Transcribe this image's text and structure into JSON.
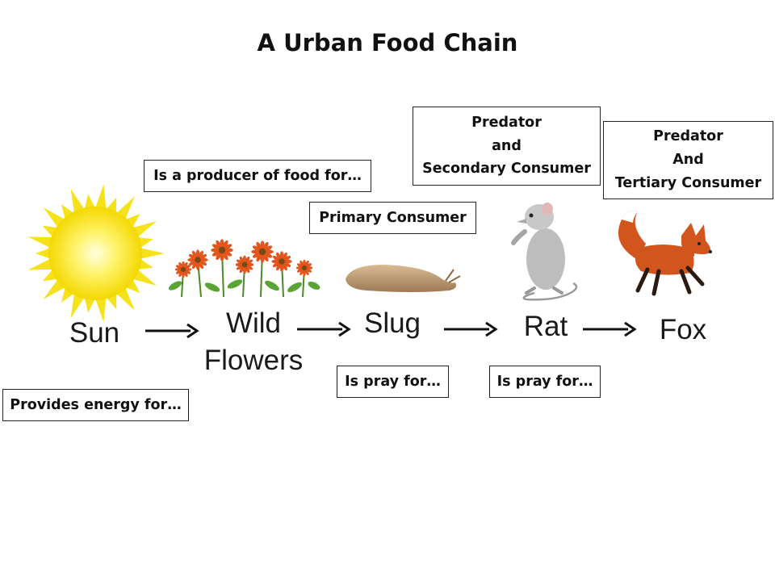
{
  "title": "A Urban Food Chain",
  "nodes": {
    "sun": "Sun",
    "wild_flowers": [
      "Wild",
      "Flowers"
    ],
    "slug": "Slug",
    "rat": "Rat",
    "fox": "Fox"
  },
  "labels": {
    "provides_energy": "Provides energy for…",
    "producer": "Is a producer of food for…",
    "primary_consumer": "Primary Consumer",
    "rat_role": [
      "Predator",
      "and",
      "Secondary Consumer"
    ],
    "fox_role": [
      "Predator",
      "And",
      "Tertiary Consumer"
    ],
    "slug_pray": "Is pray for…",
    "rat_pray": "Is pray for…"
  },
  "colors": {
    "sun_core": "#fff36a",
    "sun_rays": "#f5e21a",
    "fox": "#d2551e",
    "rat": "#b9b9b9",
    "slug": "#c8a57a",
    "flower": "#e2561e"
  }
}
